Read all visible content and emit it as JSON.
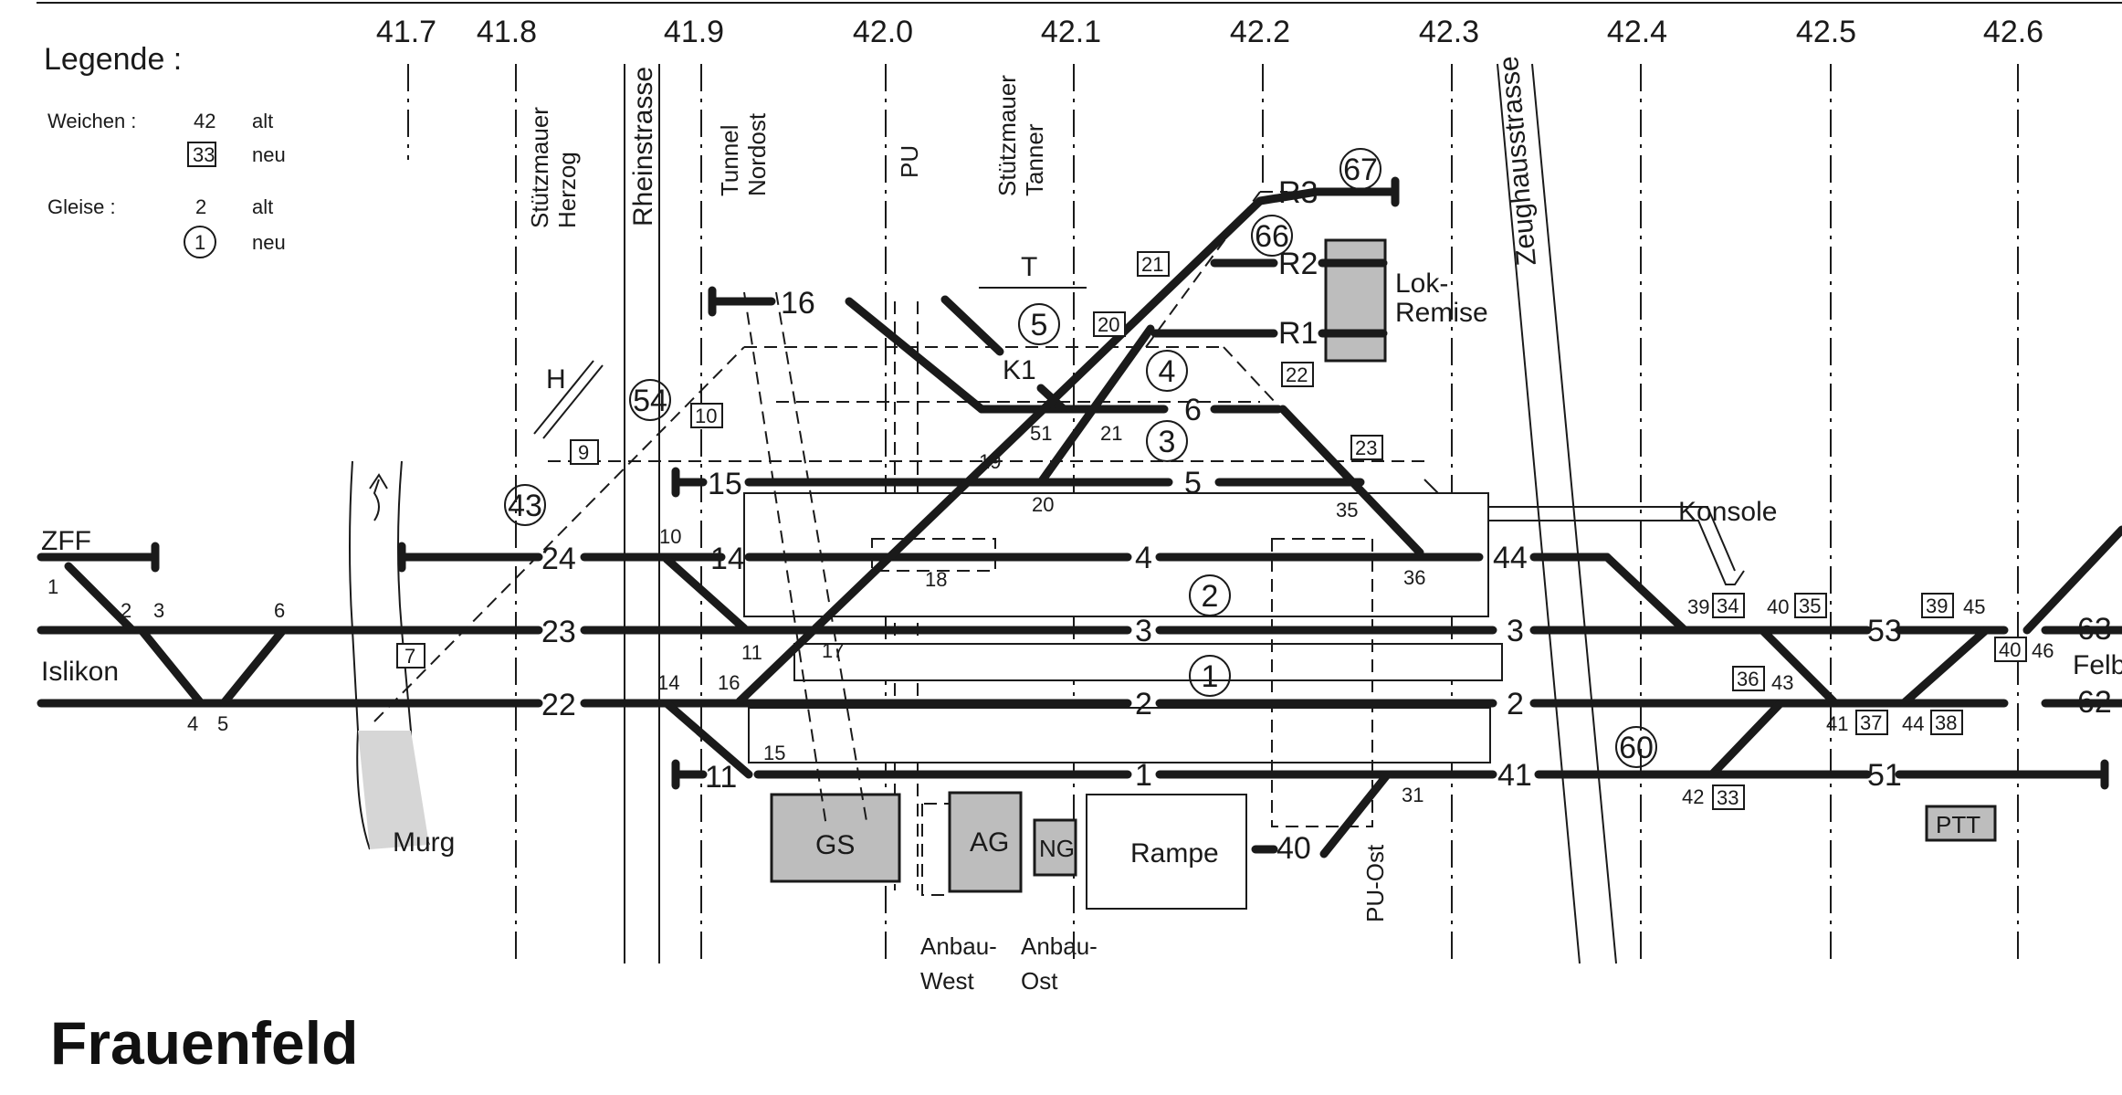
{
  "title": "Frauenfeld",
  "km_markers": [
    "41.7",
    "41.8",
    "41.9",
    "42.0",
    "42.1",
    "42.2",
    "42.3",
    "42.4",
    "42.5",
    "42.6"
  ],
  "legend": {
    "heading": "Legende :",
    "weichen_label": "Weichen :",
    "weichen_old_sample": "42",
    "weichen_old_text": "alt",
    "weichen_new_sample": "33",
    "weichen_new_text": "neu",
    "gleise_label": "Gleise :",
    "gleise_old_sample": "2",
    "gleise_old_text": "alt",
    "gleise_new_sample": "1",
    "gleise_new_text": "neu"
  },
  "structures": {
    "stuetzmauer_herzog": [
      "Stützmauer",
      "Herzog"
    ],
    "rheinstrasse": "Rheinstrasse",
    "tunnel_nordost": [
      "Tunnel",
      "Nordost"
    ],
    "pu": "PU",
    "stuetzmauer_tanner": [
      "Stützmauer",
      "Tanner"
    ],
    "zeughausstrasse": "Zeughausstrasse",
    "konsole": "Konsole",
    "lok_remise": [
      "Lok-",
      "Remise"
    ],
    "murg": "Murg",
    "islikon": "Islikon",
    "zff": "ZFF",
    "felben": "Felb",
    "pu_ost": "PU-Ost",
    "anbau_west": [
      "Anbau-",
      "West"
    ],
    "anbau_ost": [
      "Anbau-",
      "Ost"
    ],
    "h_label": "H",
    "t_label": "T",
    "k1_label": "K1"
  },
  "buildings": {
    "gs": "GS",
    "ag": "AG",
    "ng": "NG",
    "rampe": "Rampe",
    "ptt": "PTT"
  },
  "tracks": {
    "t24": "24",
    "t23": "23",
    "t22": "22",
    "t11": "11",
    "t15": "15",
    "t14": "14",
    "t16": "16",
    "t6": "6",
    "t5": "5",
    "t4": "4",
    "t3": "3",
    "t2": "2",
    "t1": "1",
    "t3e": "3",
    "t2e": "2",
    "t41": "41",
    "t44": "44",
    "t53": "53",
    "t51": "51",
    "t63": "63",
    "t62": "62",
    "t40": "40",
    "r1": "R1",
    "r2": "R2",
    "r3": "R3"
  },
  "new_tracks": [
    "67",
    "66",
    "5",
    "4",
    "3",
    "54",
    "43",
    "2",
    "1",
    "60"
  ],
  "switches_old": {
    "s1": "1",
    "s2": "2",
    "s3": "3",
    "s4": "4",
    "s5": "5",
    "s6": "6",
    "s10": "10",
    "s11": "11",
    "s14": "14",
    "s16": "16",
    "s17": "17",
    "s15": "15",
    "s18": "18",
    "s19": "19",
    "s20": "20",
    "s21": "21",
    "s51": "51",
    "s35": "35",
    "s36": "36",
    "s31": "31",
    "s39": "39",
    "s40": "40",
    "s41": "41",
    "s42": "42",
    "s43": "43",
    "s44": "44",
    "s45": "45",
    "s46": "46"
  },
  "switches_new": {
    "n7": "7",
    "n9": "9",
    "n10": "10",
    "n20": "20",
    "n21": "21",
    "n22": "22",
    "n23": "23",
    "n33": "33",
    "n34": "34",
    "n35": "35",
    "n36": "36",
    "n37": "37",
    "n38": "38",
    "n39": "39",
    "n40": "40"
  }
}
